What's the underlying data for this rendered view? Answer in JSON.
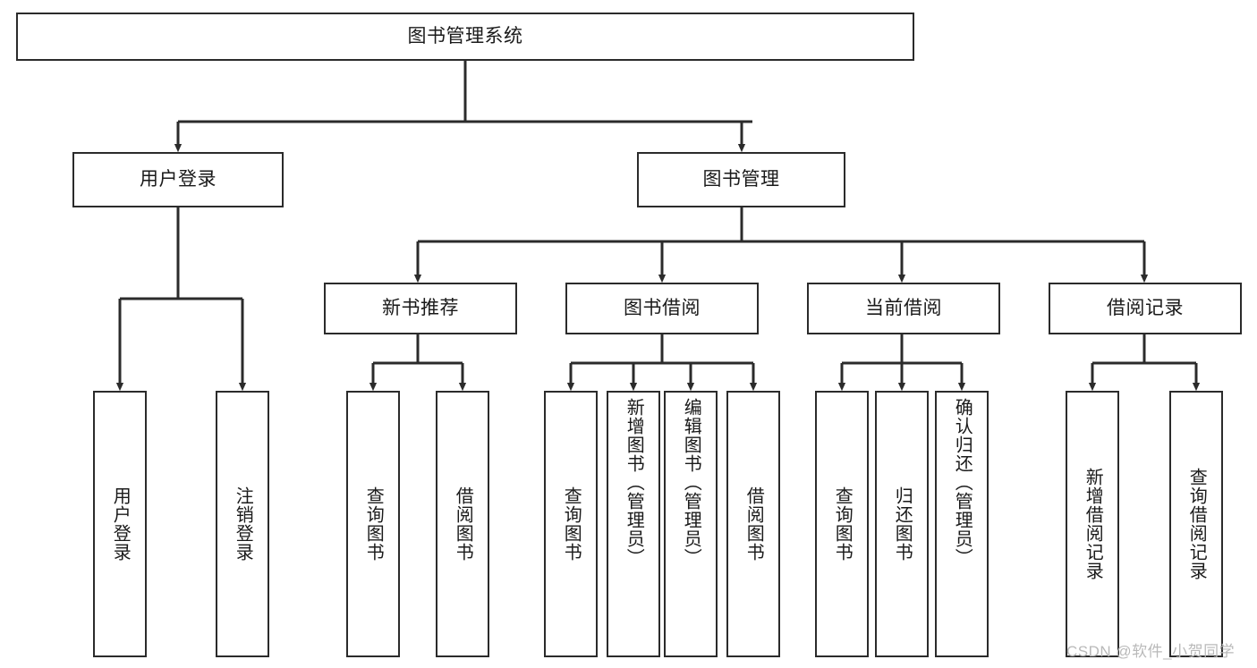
{
  "diagram": {
    "type": "tree-hierarchy-flowchart",
    "title": "图书管理系统",
    "watermark": "CSDN @软件_小贺同学",
    "colors": {
      "box_border": "#2b2b2b",
      "box_fill": "#ffffff",
      "edge": "#2b2b2b",
      "text": "#1a1a1a",
      "watermark": "#b9b9b9"
    },
    "levels": {
      "root": {
        "label": "图书管理系统",
        "orientation": "horizontal"
      },
      "level2": [
        {
          "label": "用户登录",
          "orientation": "horizontal"
        },
        {
          "label": "图书管理",
          "orientation": "horizontal"
        }
      ],
      "level3": [
        {
          "label": "新书推荐",
          "orientation": "horizontal"
        },
        {
          "label": "图书借阅",
          "orientation": "horizontal"
        },
        {
          "label": "当前借阅",
          "orientation": "horizontal"
        },
        {
          "label": "借阅记录",
          "orientation": "horizontal"
        }
      ],
      "leaves": {
        "user_login": [
          {
            "label": "用户登录",
            "orientation": "vertical"
          },
          {
            "label": "注销登录",
            "orientation": "vertical"
          }
        ],
        "new_book_recommend": [
          {
            "label": "查询图书",
            "orientation": "vertical"
          },
          {
            "label": "借阅图书",
            "orientation": "vertical"
          }
        ],
        "book_borrow": [
          {
            "label": "查询图书",
            "orientation": "vertical"
          },
          {
            "label": "新增图书（管理员）",
            "orientation": "vertical"
          },
          {
            "label": "编辑图书（管理员）",
            "orientation": "vertical"
          },
          {
            "label": "借阅图书",
            "orientation": "vertical"
          }
        ],
        "current_borrow": [
          {
            "label": "查询图书",
            "orientation": "vertical"
          },
          {
            "label": "归还图书",
            "orientation": "vertical"
          },
          {
            "label": "确认归还（管理员）",
            "orientation": "vertical"
          }
        ],
        "borrow_record": [
          {
            "label": "新增借阅记录",
            "orientation": "vertical"
          },
          {
            "label": "查询借阅记录",
            "orientation": "vertical"
          }
        ]
      }
    },
    "edges": [
      {
        "from": "图书管理系统",
        "to": "用户登录"
      },
      {
        "from": "图书管理系统",
        "to": "图书管理"
      },
      {
        "from": "图书管理",
        "to": "新书推荐"
      },
      {
        "from": "图书管理",
        "to": "图书借阅"
      },
      {
        "from": "图书管理",
        "to": "当前借阅"
      },
      {
        "from": "图书管理",
        "to": "借阅记录"
      },
      {
        "from": "用户登录",
        "to": "用户登录(叶)"
      },
      {
        "from": "用户登录",
        "to": "注销登录"
      },
      {
        "from": "新书推荐",
        "to": "查询图书"
      },
      {
        "from": "新书推荐",
        "to": "借阅图书"
      },
      {
        "from": "图书借阅",
        "to": "查询图书"
      },
      {
        "from": "图书借阅",
        "to": "新增图书（管理员）"
      },
      {
        "from": "图书借阅",
        "to": "编辑图书（管理员）"
      },
      {
        "from": "图书借阅",
        "to": "借阅图书"
      },
      {
        "from": "当前借阅",
        "to": "查询图书"
      },
      {
        "from": "当前借阅",
        "to": "归还图书"
      },
      {
        "from": "当前借阅",
        "to": "确认归还（管理员）"
      },
      {
        "from": "借阅记录",
        "to": "新增借阅记录"
      },
      {
        "from": "借阅记录",
        "to": "查询借阅记录"
      }
    ]
  }
}
